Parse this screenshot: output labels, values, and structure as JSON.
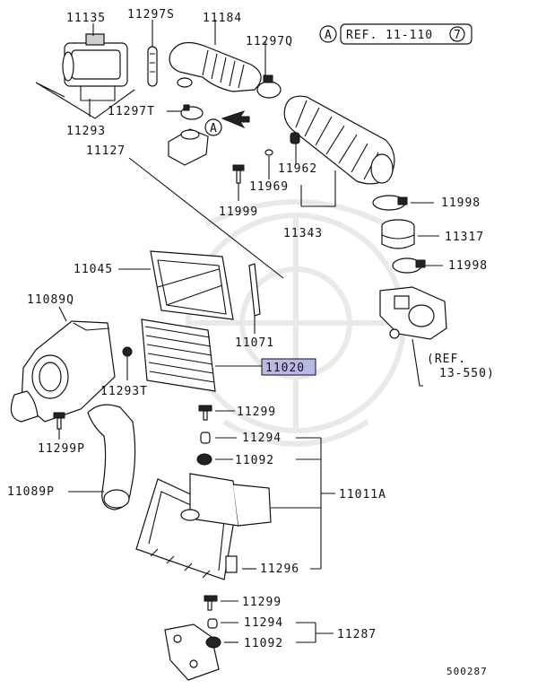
{
  "refs": {
    "top_marker": "A",
    "top_ref": "REF. 11-110",
    "top_ref_circle": "7",
    "side_marker": "A",
    "bottom_ref_line1": "(REF.",
    "bottom_ref_line2": "13-550)"
  },
  "labels": {
    "p11135": "11135",
    "p11297S": "11297S",
    "p11184": "11184",
    "p11297Q": "11297Q",
    "p11297T": "11297T",
    "p11293": "11293",
    "p11127": "11127",
    "p11962": "11962",
    "p11969": "11969",
    "p11999": "11999",
    "p11343": "11343",
    "p11998a": "11998",
    "p11317": "11317",
    "p11998b": "11998",
    "p11045": "11045",
    "p11089Q": "11089Q",
    "p11071": "11071",
    "p11020": "11020",
    "p11293T": "11293T",
    "p11299a": "11299",
    "p11294a": "11294",
    "p11092a": "11092",
    "p11299P": "11299P",
    "p11011A": "11011A",
    "p11089P": "11089P",
    "p11296": "11296",
    "p11299b": "11299",
    "p11294b": "11294",
    "p11287": "11287",
    "p11092b": "11092"
  },
  "footer": {
    "code": "500287"
  },
  "colors": {
    "highlight": "#b9b9e6",
    "ink": "#111111"
  }
}
